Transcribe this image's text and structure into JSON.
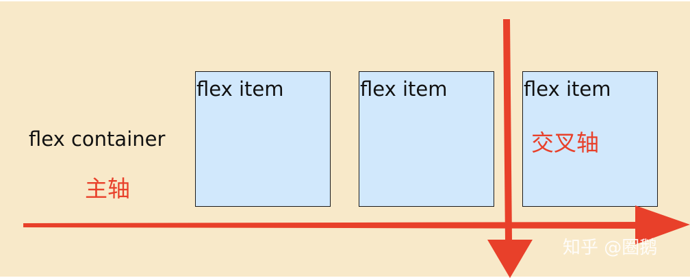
{
  "diagram": {
    "container_label": "flex container",
    "main_axis_label": "主轴",
    "cross_axis_label": "交叉轴",
    "items": [
      {
        "label": "flex item"
      },
      {
        "label": "flex item"
      },
      {
        "label": "flex item"
      }
    ],
    "watermark": "知乎 @圈鹅"
  },
  "colors": {
    "background": "#f8e9c9",
    "item_fill": "#d1e8fc",
    "axis_red": "#e8402a"
  }
}
